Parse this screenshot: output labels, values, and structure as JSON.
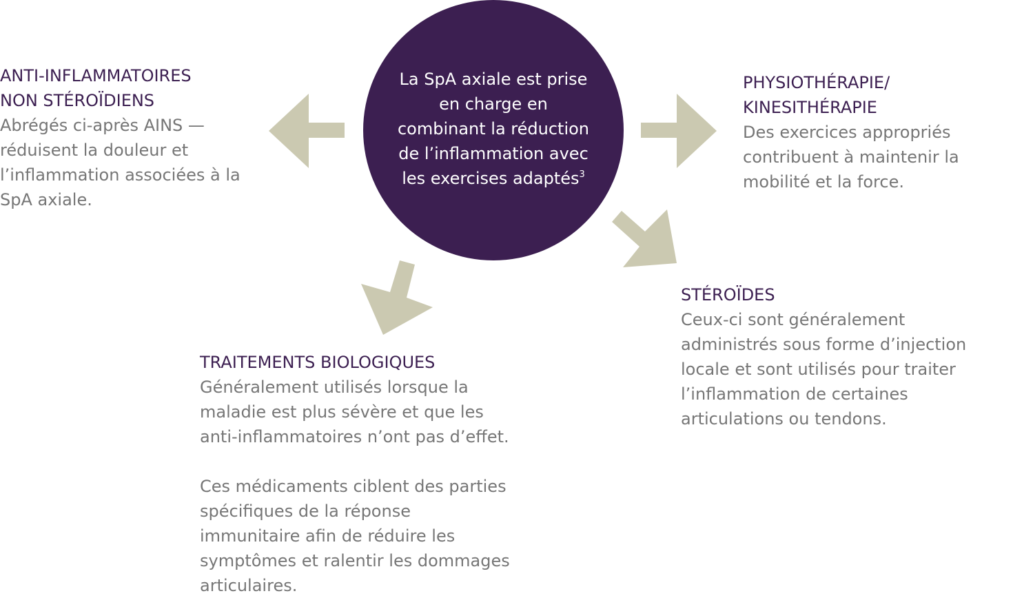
{
  "center": {
    "text": "La SpA axiale est prise\nen charge en\ncombinant la réduction\nde l’inflammation avec\nles exercises adaptés",
    "superscript": "3"
  },
  "treatments": {
    "ains": {
      "title": "ANTI-INFLAMMATOIRES\nNON STÉROÏDIENS",
      "description": "Abrégés ci-après AINS —\nréduisent la douleur et\nl’inflammation associées à la\nSpA axiale."
    },
    "physio": {
      "title": "PHYSIOTHÉRAPIE/\nKINESITHÉRAPIE",
      "description": "Des exercices appropriés\ncontribuent à maintenir la\nmobilité et la force."
    },
    "steroides": {
      "title": "STÉROÏDES",
      "description": "Ceux-ci sont généralement\nadministrés sous forme d’injection\nlocale et sont utilisés pour traiter\nl’inflammation de certaines\narticulations ou tendons."
    },
    "biologiques": {
      "title": "TRAITEMENTS BIOLOGIQUES",
      "description": "Généralement utilisés lorsque la\nmaladie est plus sévère et que les\nanti-inflammatoires n’ont pas d’effet.",
      "description_2": "Ces médicaments ciblent des parties\nspécifiques de la réponse\nimmunitaire afin de réduire les\nsymptômes et ralentir les dommages\narticulaires."
    }
  },
  "colors": {
    "circle": "#3c1f51",
    "heading": "#3c1f51",
    "body_text": "#767676",
    "arrow": "#cbc9b1"
  }
}
